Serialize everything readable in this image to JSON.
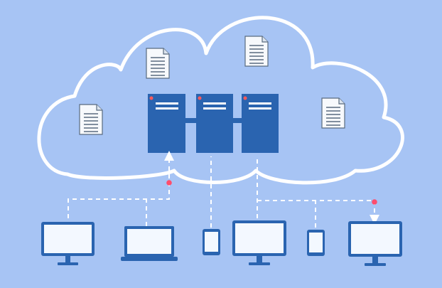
{
  "colors": {
    "background": "#a7c4f4",
    "cloud_outline": "#ffffff",
    "server_fill": "#2a64b0",
    "server_stripe": "#ffffff",
    "server_dot": "#ff5a5a",
    "connector": "#ffffff",
    "connector_dot": "#ff4d6d",
    "device_frame": "#2a64b0",
    "device_screen": "#f3f8ff",
    "document_fill": "#f7f9fc",
    "document_lines": "#5a6b7f"
  },
  "diagram": {
    "cloud": {
      "icon": "cloud-outline"
    },
    "documents": [
      {
        "icon": "document-icon"
      },
      {
        "icon": "document-icon"
      },
      {
        "icon": "document-icon"
      },
      {
        "icon": "document-icon"
      }
    ],
    "servers": [
      {
        "icon": "server-icon"
      },
      {
        "icon": "server-icon"
      },
      {
        "icon": "server-icon"
      }
    ],
    "devices": [
      {
        "type": "monitor",
        "icon": "monitor-icon"
      },
      {
        "type": "laptop",
        "icon": "laptop-icon"
      },
      {
        "type": "phone",
        "icon": "phone-icon"
      },
      {
        "type": "monitor",
        "icon": "monitor-icon"
      },
      {
        "type": "phone",
        "icon": "phone-icon"
      },
      {
        "type": "monitor",
        "icon": "monitor-icon"
      }
    ],
    "connections": [
      {
        "from": "monitor-1",
        "to": "server-1",
        "direction": "up"
      },
      {
        "from": "laptop-1",
        "to": "server-1",
        "direction": "up"
      },
      {
        "from": "phone-1",
        "to": "server-2",
        "direction": "none"
      },
      {
        "from": "monitor-2",
        "to": "server-3",
        "direction": "none"
      },
      {
        "from": "phone-2",
        "to": "server-3",
        "direction": "none"
      },
      {
        "from": "server-3",
        "to": "monitor-3",
        "direction": "down"
      }
    ]
  }
}
